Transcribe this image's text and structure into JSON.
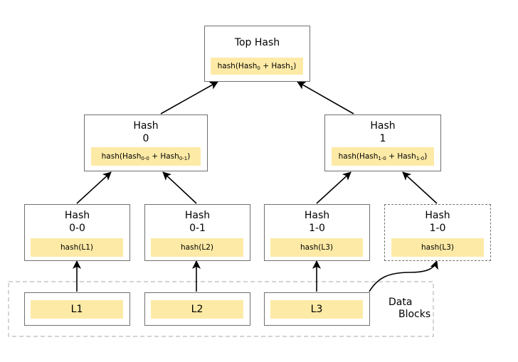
{
  "top": {
    "title": "Top Hash",
    "fn": "hash(",
    "a": "Hash",
    "a_sub": "0",
    "plus": " + ",
    "b": "Hash",
    "b_sub": "1",
    "close": ")"
  },
  "hash0": {
    "title_1": "Hash",
    "title_2": "0",
    "fn": "hash(",
    "a": "Hash",
    "a_sub": "0-0",
    "plus": " + ",
    "b": "Hash",
    "b_sub": "0-1",
    "close": ")"
  },
  "hash1": {
    "title_1": "Hash",
    "title_2": "1",
    "fn": "hash(",
    "a": "Hash",
    "a_sub": "1-0",
    "plus": " + ",
    "b": "Hash",
    "b_sub": "1-0",
    "close": ")"
  },
  "leaves": [
    {
      "title_1": "Hash",
      "title_2": "0-0",
      "fn": "hash(L1)",
      "block": "L1"
    },
    {
      "title_1": "Hash",
      "title_2": "0-1",
      "fn": "hash(L2)",
      "block": "L2"
    },
    {
      "title_1": "Hash",
      "title_2": "1-0",
      "fn": "hash(L3)",
      "block": "L3"
    },
    {
      "title_1": "Hash",
      "title_2": "1-0",
      "fn": "hash(L3)"
    }
  ],
  "data_blocks_label": [
    "Data",
    "Blocks"
  ],
  "colors": {
    "hash_fill": "#fdeaa6",
    "border": "#707070",
    "group_border": "#bbbbbb",
    "arrow": "#000000"
  }
}
